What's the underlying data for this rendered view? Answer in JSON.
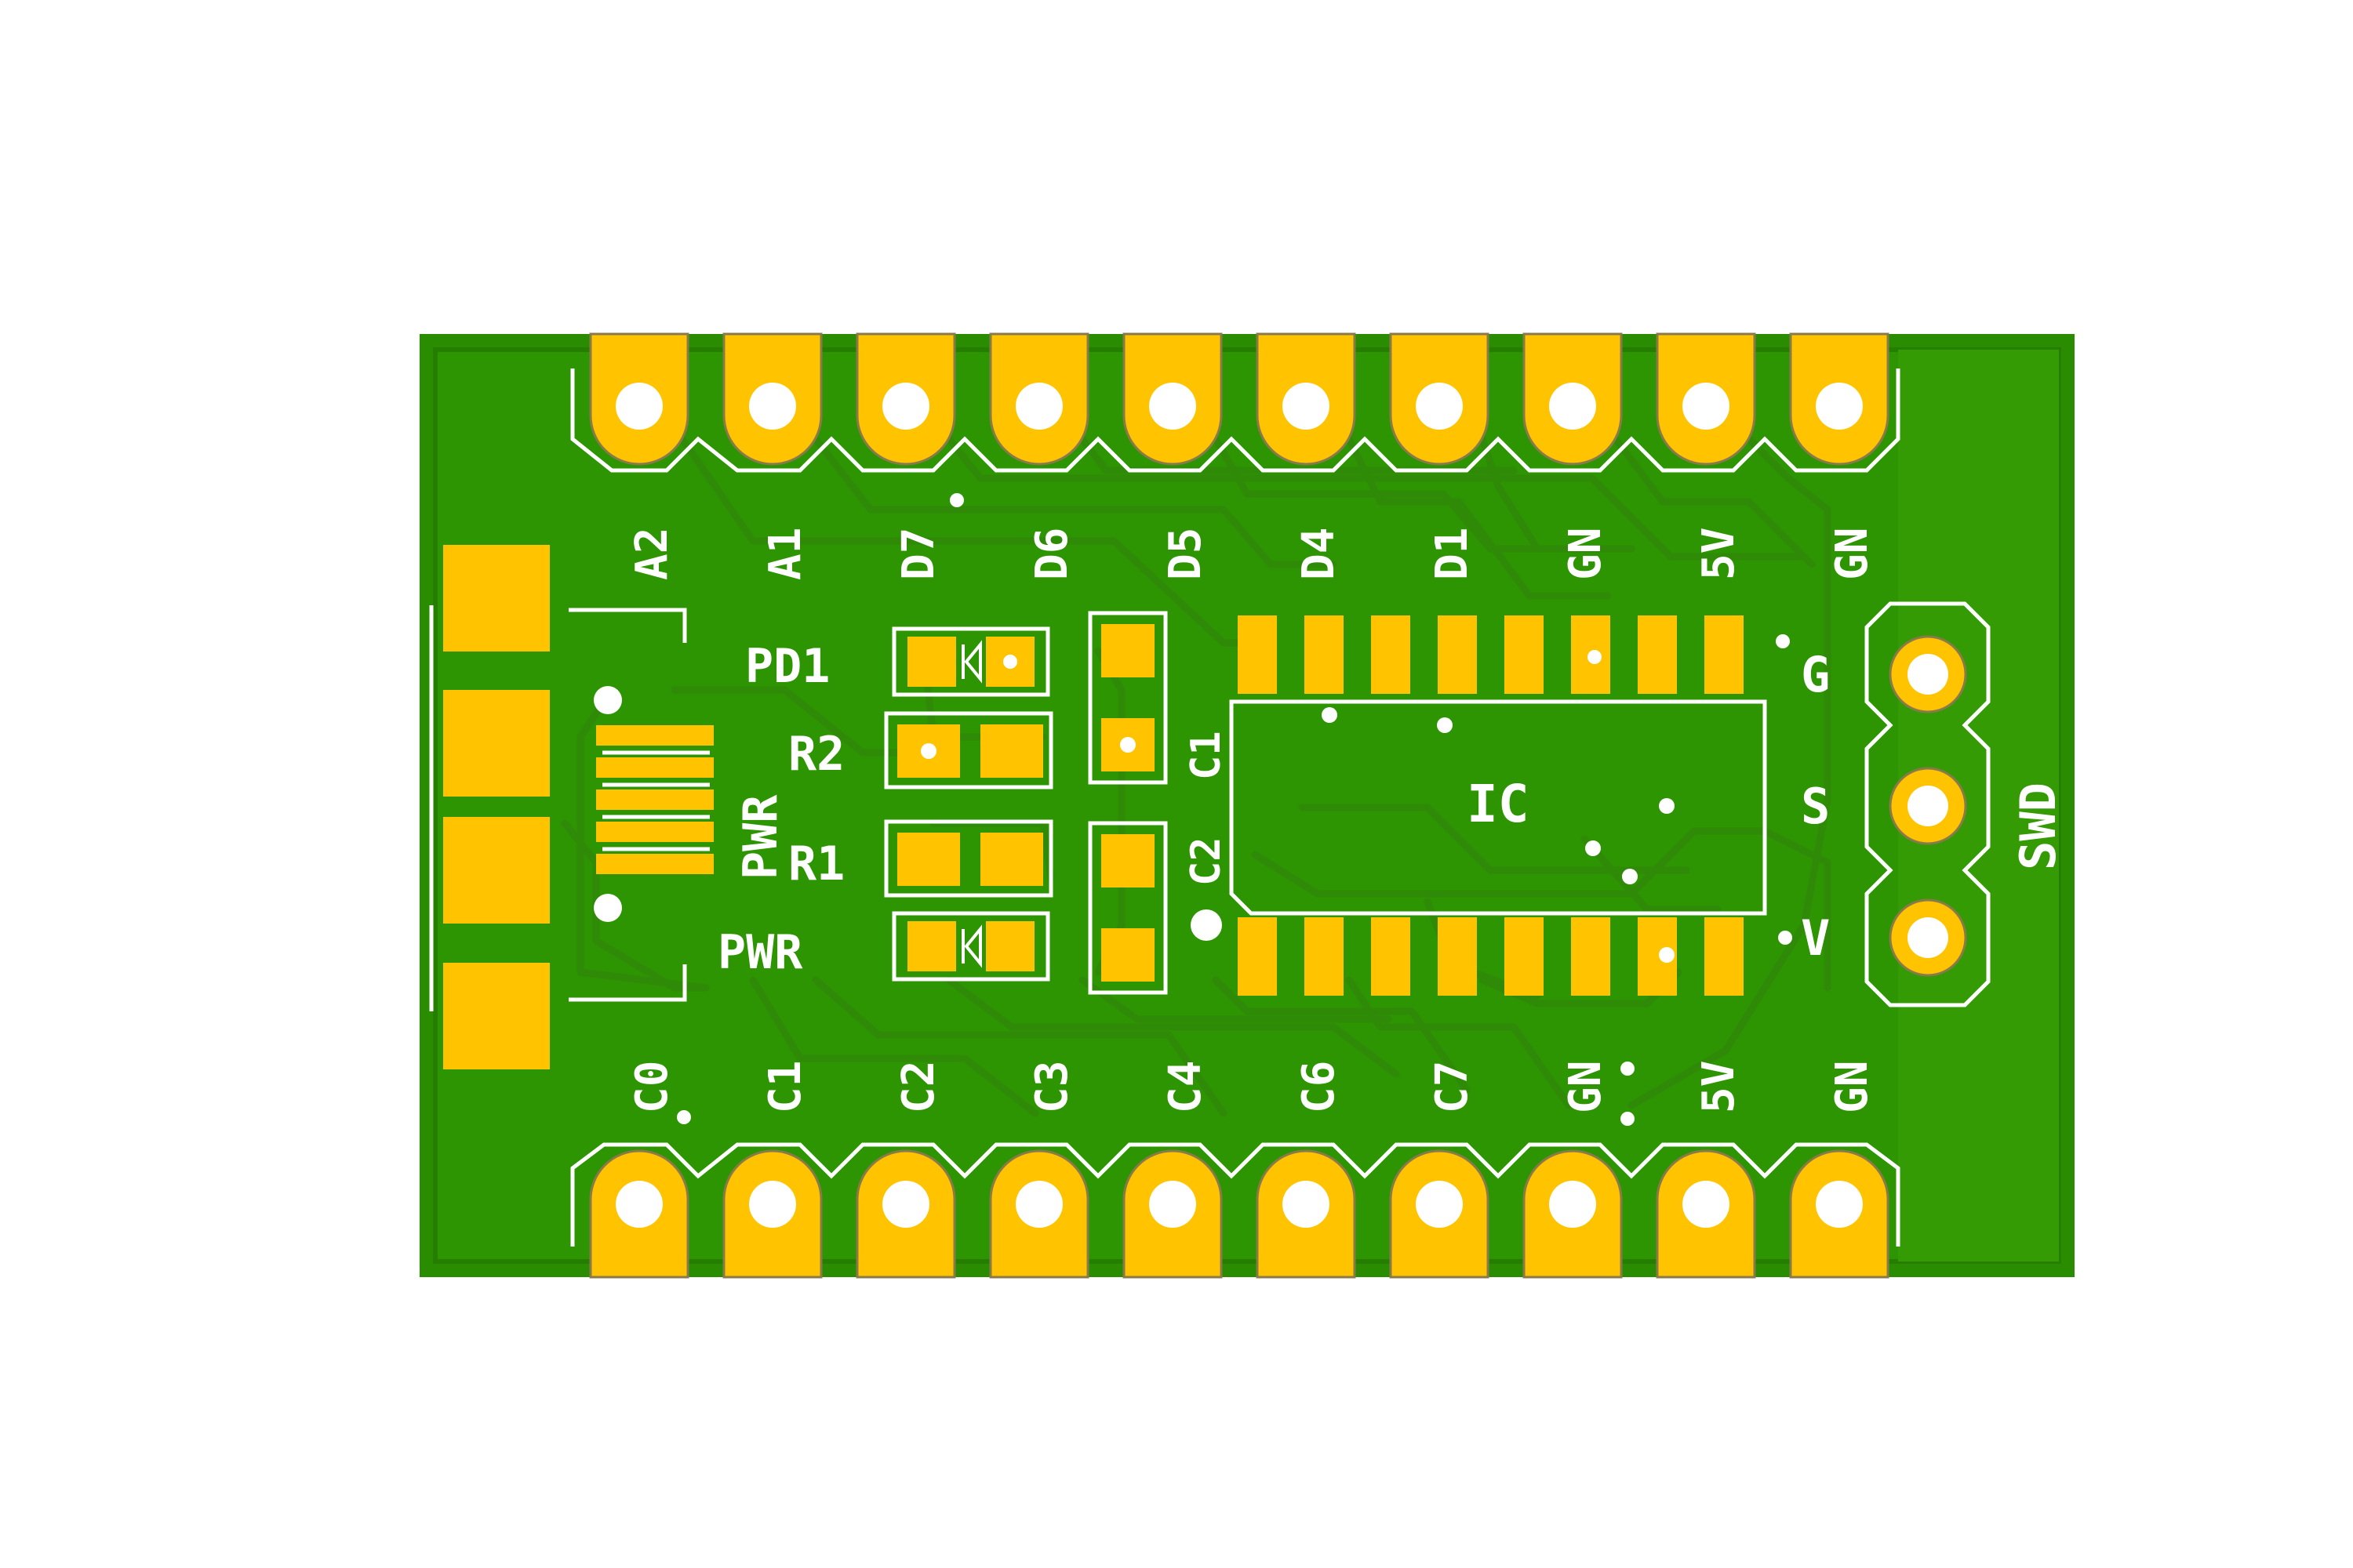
{
  "colors": {
    "board": "#2a8c00",
    "board_edge": "#1f7a00",
    "copper_trace": "#2f8a08",
    "pad": "#ffc300",
    "silkscreen": "#ffffff"
  },
  "top_header": {
    "labels": [
      "A2",
      "A1",
      "D7",
      "D6",
      "D5",
      "D4",
      "D1",
      "GN",
      "5V",
      "GN"
    ]
  },
  "bottom_header": {
    "labels": [
      "C0",
      "C1",
      "C2",
      "C3",
      "C4",
      "C6",
      "C7",
      "GN",
      "5V",
      "GN"
    ]
  },
  "components": {
    "pd1": "PD1",
    "r2": "R2",
    "r1": "R1",
    "pwr_led": "PWR",
    "pwr_vertical": "PWR",
    "c1": "C1",
    "c2": "C2",
    "ic": "IC"
  },
  "swd": {
    "title": "SWD",
    "pins": [
      "G",
      "S",
      "V"
    ]
  }
}
